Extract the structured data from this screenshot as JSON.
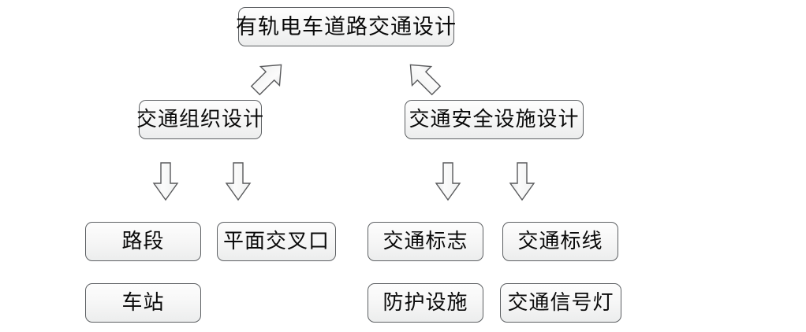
{
  "diagram": {
    "title": "有轨电车道路交通设计",
    "type": "hierarchy-flowchart",
    "background_color": "#ffffff",
    "box_border_color": "#5d6063",
    "box_fill_color": "#f7f7f7",
    "arrow_stroke_color": "#58595b",
    "nodes": {
      "root": {
        "label": "有轨电车道路交通设计"
      },
      "branch_left": {
        "label": "交通组织设计"
      },
      "branch_right": {
        "label": "交通安全设施设计"
      },
      "leaf_l1": {
        "label": "路段"
      },
      "leaf_l2": {
        "label": "平面交叉口"
      },
      "leaf_l3": {
        "label": "车站"
      },
      "leaf_r1": {
        "label": "交通标志"
      },
      "leaf_r2": {
        "label": "交通标线"
      },
      "leaf_r3": {
        "label": "防护设施"
      },
      "leaf_r4": {
        "label": "交通信号灯"
      }
    },
    "arrows": [
      {
        "name": "arrow-root-to-left",
        "direction": "down-left"
      },
      {
        "name": "arrow-root-to-right",
        "direction": "down-right"
      },
      {
        "name": "arrow-left-to-leaf1",
        "direction": "down"
      },
      {
        "name": "arrow-left-to-leaf2",
        "direction": "down"
      },
      {
        "name": "arrow-right-to-leaf1",
        "direction": "down"
      },
      {
        "name": "arrow-right-to-leaf2",
        "direction": "down"
      }
    ]
  }
}
